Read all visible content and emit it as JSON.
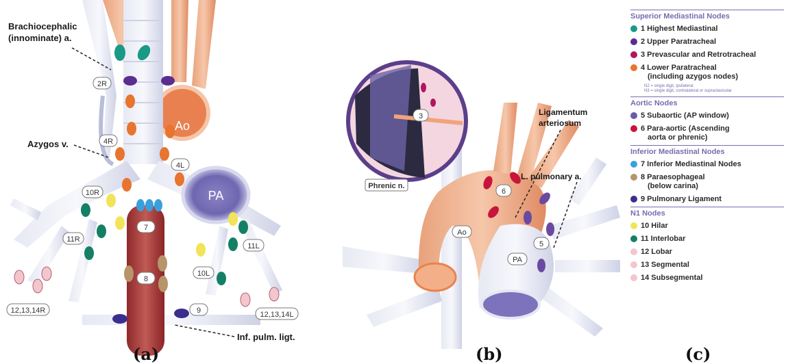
{
  "panels": {
    "a": {
      "caption": "(a)",
      "labels": {
        "brachiocephalic": [
          "Brachiocephalic",
          "(innominate) a."
        ],
        "azygos": "Azygos v.",
        "ao": "Ao",
        "pa": "PA",
        "inf_pulm": "Inf. pulm. ligt.",
        "n2R": "2R",
        "n4R": "4R",
        "n4L": "4L",
        "n10R": "10R",
        "n11R": "11R",
        "n7": "7",
        "n8": "8",
        "n9": "9",
        "n10L": "10L",
        "n11L": "11L",
        "n12R": "12,13,14R",
        "n12L": "12,13,14L"
      }
    },
    "b": {
      "caption": "(b)",
      "labels": {
        "ligamentum": [
          "Ligamentum",
          "arteriosum"
        ],
        "l_pulm": "L. pulmonary a.",
        "phrenic": "Phrenic n.",
        "ao": "Ao",
        "pa": "PA",
        "n3": "3",
        "n6": "6",
        "n5": "5"
      }
    },
    "c": {
      "caption": "(c)"
    }
  },
  "legend": {
    "groups": [
      {
        "heading": "Superior Mediastinal Nodes",
        "items": [
          {
            "label": [
              "1 Highest Mediastinal"
            ],
            "color": "#1a9a86"
          },
          {
            "label": [
              "2 Upper Paratracheal"
            ],
            "color": "#5b2d8e"
          },
          {
            "label": [
              "3 Prevascular and Retrotracheal"
            ],
            "color": "#b0175f"
          },
          {
            "label": [
              "4 Lower Paratracheal",
              "(including azygos nodes)"
            ],
            "color": "#e8742f"
          }
        ],
        "note": [
          "N2 = single digit, ipsilateral",
          "N3 = single digit, contralateral or supraclavicular"
        ]
      },
      {
        "heading": "Aortic Nodes",
        "items": [
          {
            "label": [
              "5 Subaortic (AP window)"
            ],
            "color": "#6a5aa8"
          },
          {
            "label": [
              "6 Para-aortic (Ascending",
              "aorta or phrenic)"
            ],
            "color": "#c8143c"
          }
        ]
      },
      {
        "heading": "Inferior Mediastinal Nodes",
        "items": [
          {
            "label": [
              "7 Inferior Mediastinal Nodes"
            ],
            "color": "#3aa0dd"
          },
          {
            "label": [
              "8 Paraesophageal",
              "(below carina)"
            ],
            "color": "#b8946a"
          },
          {
            "label": [
              "9 Pulmonary Ligament"
            ],
            "color": "#3a2f8e"
          }
        ]
      },
      {
        "heading": "N1 Nodes",
        "items": [
          {
            "label": [
              "10 Hilar"
            ],
            "color": "#f2e45a"
          },
          {
            "label": [
              "11 Interlobar"
            ],
            "color": "#157f66"
          },
          {
            "label": [
              "12 Lobar"
            ],
            "color": "#f2c6cc"
          },
          {
            "label": [
              "13 Segmental"
            ],
            "color": "#f2c6cc"
          },
          {
            "label": [
              "14 Subsegmental"
            ],
            "color": "#f2c6cc"
          }
        ]
      }
    ]
  }
}
